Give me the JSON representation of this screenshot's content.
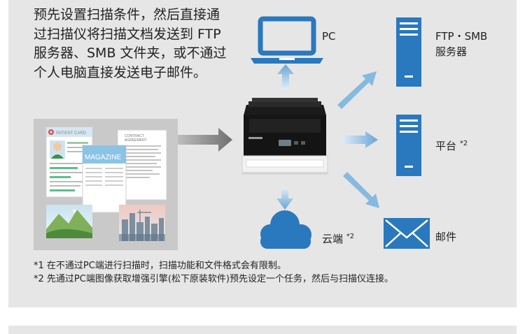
{
  "intro": {
    "lines": [
      "预先设置扫描条件，然后直接通",
      "过扫描仪将扫描文档发送到 FTP",
      "服务器、SMB 文件夹，或不通过",
      "个人电脑直接发送电子邮件。"
    ]
  },
  "targets": {
    "pc": "PC",
    "ftp_line1": "FTP・SMB",
    "ftp_line2": "服务器",
    "platform": "平台",
    "platform_mark": "*2",
    "cloud": "云端",
    "cloud_mark": "*2",
    "email": "邮件"
  },
  "docs": {
    "patient_card": "PATIENT CARD",
    "contract": "CONTRACT",
    "agreement": "AGREEMENT",
    "magazine": "MAGAZINE"
  },
  "notes": [
    "*1 在不通过PC端进行扫描时，扫描功能和文件格式会有限制。",
    "*2 先通过PC端图像获取增强引擎(松下原装软件)预先设定一个任务，然后与扫描仪连接。"
  ],
  "colors": {
    "icon_blue": "#2a78bd",
    "arrow_blue": "#7fb3dd",
    "arrow_gray": "#7a7a7a",
    "panel": "#e6e6e6"
  }
}
